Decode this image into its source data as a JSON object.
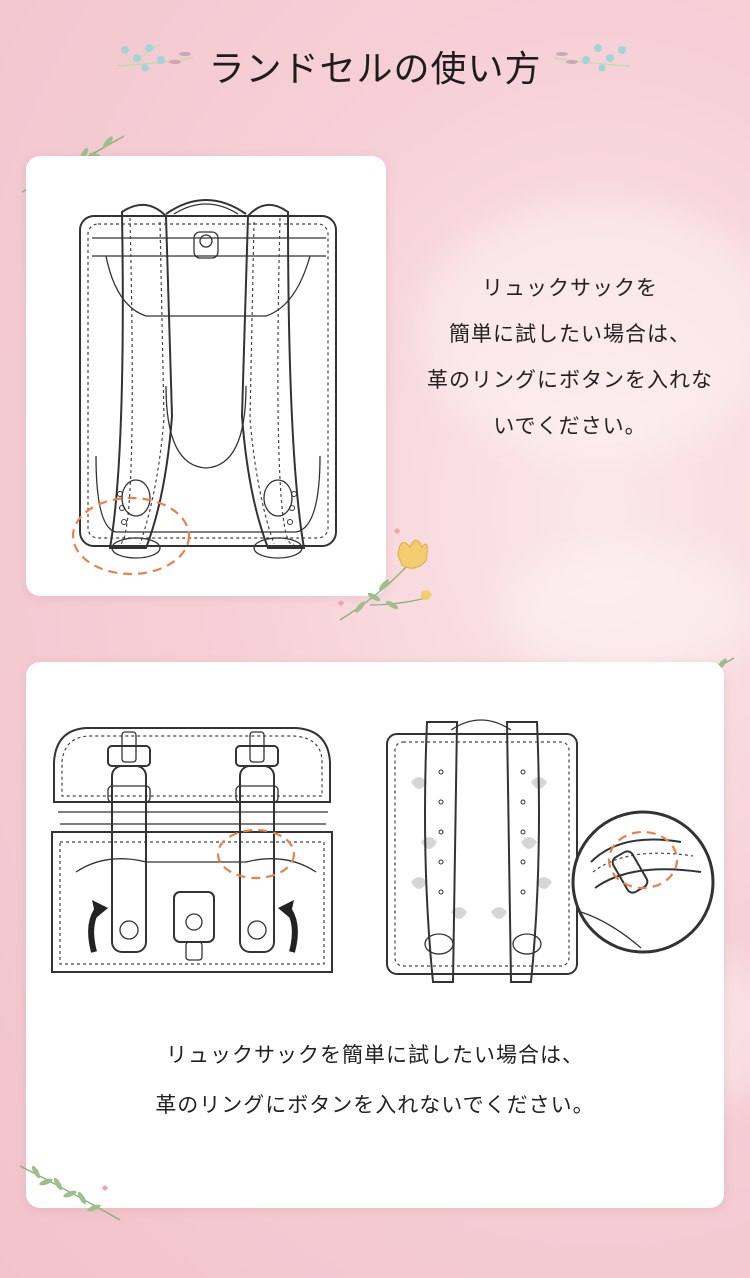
{
  "header": {
    "title": "ランドセルの使い方"
  },
  "section1": {
    "lines": [
      "リュックサックを",
      "簡単に試したい場合は、",
      "革のリングにボタンを入れな",
      "いでください。"
    ]
  },
  "section2": {
    "lines": [
      "リュックサックを簡単に試したい場合は、",
      "革のリングにボタンを入れないでください。"
    ]
  },
  "colors": {
    "highlight": "#e8824a",
    "leaf": "#9cc08a",
    "flower": "#9fd4d8",
    "heart": "#f3a3a3",
    "tulip": "#f3cd6e"
  }
}
